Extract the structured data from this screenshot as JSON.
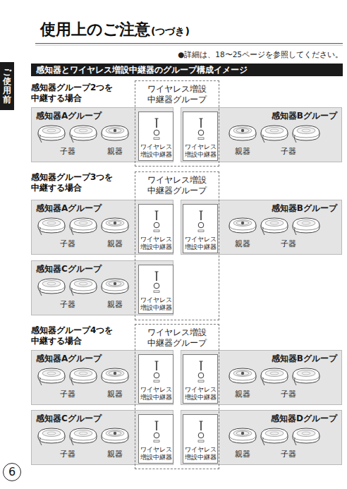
{
  "diagram": {
    "title": "使用上のご注意",
    "nodes": [
      {
        "text": [
          "ご使用前"
        ]
      },
      {
        "text": [
          "感知器とワイヤレス増設中継器のグループ構成イメージ"
        ]
      },
      {
        "text": [
          "ワイヤレス増設 中継器グループ"
        ]
      },
      {
        "text": [
          "感知器Aグループ"
        ]
      },
      {
        "text": [
          "ワイヤレス 増設中継器"
        ],
        "in": 3
      },
      {
        "text": [
          "感知器Bグループ"
        ]
      },
      {
        "text": [
          "ワイヤレス 増設中継器"
        ],
        "in": 5
      },
      {
        "text": [
          "ワイヤレス増設 中継器グループ"
        ]
      },
      {
        "text": [
          "感知器Aグループ"
        ]
      },
      {
        "text": [
          "ワイヤレス 増設中継器"
        ],
        "in": 8
      },
      {
        "text": [
          "感知器Bグループ"
        ]
      },
      {
        "text": [
          "ワイヤレス 増設中継器"
        ],
        "in": 10
      },
      {
        "text": [
          "感知器Cグループ"
        ]
      },
      {
        "text": [
          "ワイヤレス 増設中継器"
        ],
        "in": 12
      },
      {
        "text": [
          "ワイヤレス増設 中継器グループ"
        ]
      },
      {
        "text": [
          "感知器Aグループ"
        ]
      },
      {
        "text": [
          "ワイヤレス 増設中継器"
        ],
        "in": 15
      },
      {
        "text": [
          "感知器Bグループ"
        ]
      },
      {
        "text": [
          "ワイヤレス 増設中継器"
        ],
        "in": 17
      },
      {
        "text": [
          "感知器Cグループ"
        ]
      },
      {
        "text": [
          "ワイヤレス 増設中継器"
        ],
        "in": 19
      },
      {
        "text": [
          "感知器Dグループ"
        ]
      },
      {
        "text": [
          "ワイヤレス 増設中継器"
        ],
        "in": 21
      },
      {
        "text": [
          "6"
        ]
      }
    ],
    "labels": [
      "(つづき)",
      "●詳細は、18〜25ページを参照してください。",
      "感知器グループ2つを 中継する場合",
      "子器",
      "親器",
      "親器",
      "子器",
      "感知器グループ3つを 中継する場合",
      "子器",
      "親器",
      "親器",
      "子器",
      "子器",
      "親器",
      "感知器グループ4つを 中継する場合",
      "子器",
      "親器",
      "親器",
      "子器",
      "子器",
      "親器",
      "親器",
      "子器"
    ]
  }
}
